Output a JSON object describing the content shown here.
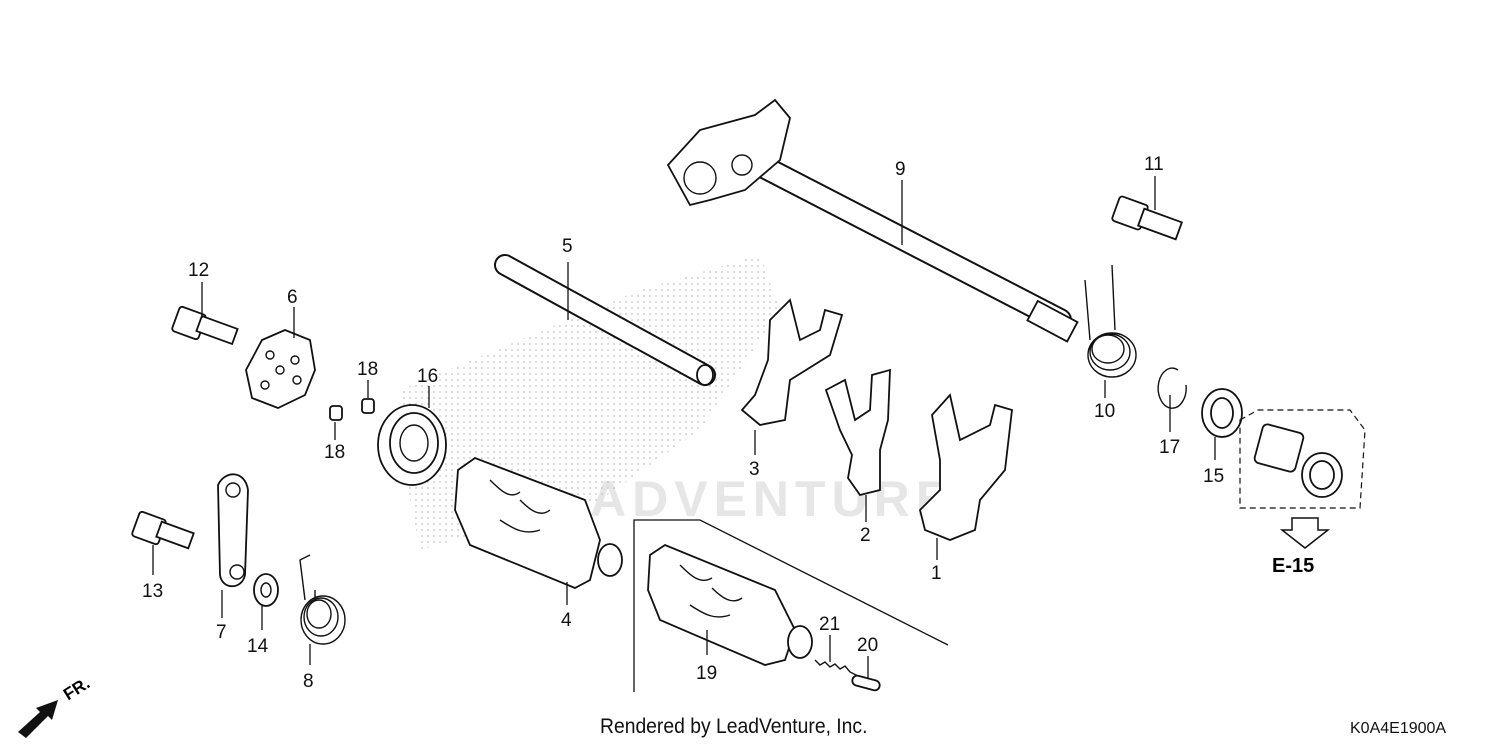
{
  "callouts": {
    "c1": "1",
    "c2": "2",
    "c3": "3",
    "c4": "4",
    "c5": "5",
    "c6": "6",
    "c7": "7",
    "c8": "8",
    "c9": "9",
    "c10": "10",
    "c11": "11",
    "c12": "12",
    "c13": "13",
    "c14": "14",
    "c15": "15",
    "c16": "16",
    "c17": "17",
    "c18a": "18",
    "c18b": "18",
    "c19": "19",
    "c20": "20",
    "c21": "21"
  },
  "reference": "E-15",
  "direction": "FR.",
  "credit": "Rendered by LeadVenture, Inc.",
  "diagram_code": "K0A4E1900A",
  "watermark": "ADVENTURE"
}
